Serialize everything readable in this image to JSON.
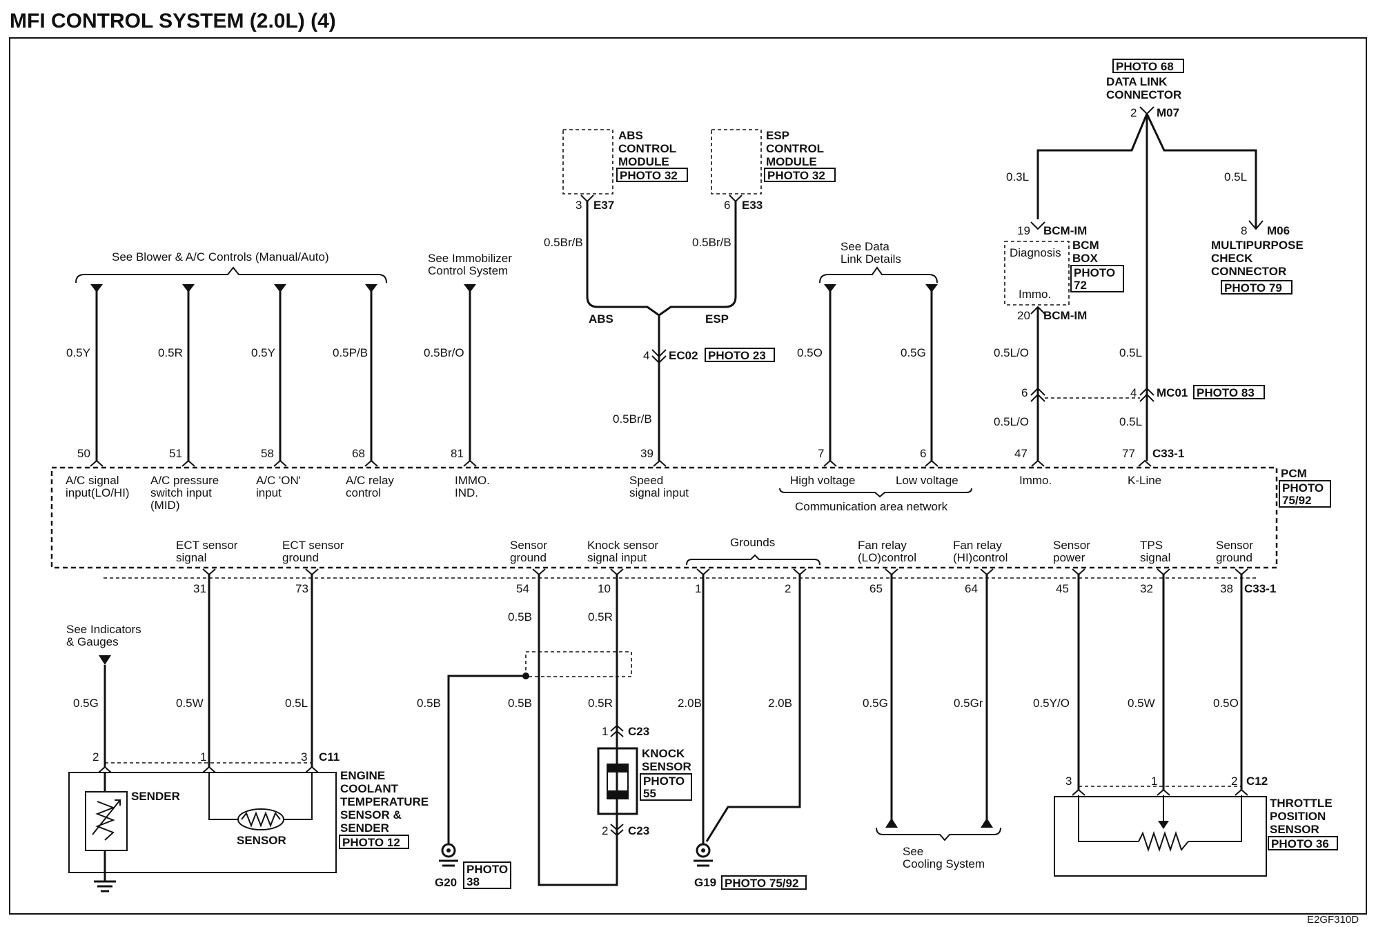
{
  "title": "MFI CONTROL SYSTEM (2.0L) (4)",
  "footer_code": "E2GF310D",
  "photo_tags": {
    "dlc": "PHOTO 68",
    "abs": "PHOTO 32",
    "esp": "PHOTO 32",
    "ec02": "PHOTO 23",
    "bcm": "PHOTO",
    "bcm_num": "72",
    "mpc": "PHOTO 79",
    "mc01": "PHOTO 83",
    "pcm": "PHOTO",
    "pcm_num": "75/92",
    "ect": "PHOTO 12",
    "knock": "PHOTO",
    "knock_num": "55",
    "g20": "PHOTO",
    "g20_num": "38",
    "g19": "PHOTO 75/92",
    "tps": "PHOTO 36"
  },
  "components": {
    "dlc_1": "DATA LINK",
    "dlc_2": "CONNECTOR",
    "dlc_pin": "2",
    "dlc_conn": "M07",
    "abs_1": "ABS",
    "abs_2": "CONTROL",
    "abs_3": "MODULE",
    "abs_pin": "3",
    "abs_conn": "E37",
    "esp_1": "ESP",
    "esp_2": "CONTROL",
    "esp_3": "MODULE",
    "esp_pin": "6",
    "esp_conn": "E33",
    "bcm_1": "BCM",
    "bcm_2": "BOX",
    "bcm_diag": "Diagnosis",
    "bcm_immo": "Immo.",
    "bcm_pin_top": "19",
    "bcm_conn_top": "BCM-IM",
    "bcm_pin_bot": "20",
    "bcm_conn_bot": "BCM-IM",
    "mpc_1": "MULTIPURPOSE",
    "mpc_2": "CHECK",
    "mpc_3": "CONNECTOR",
    "mpc_pin": "8",
    "mpc_conn": "M06",
    "pcm": "PCM",
    "ect_1": "ENGINE",
    "ect_2": "COOLANT",
    "ect_3": "TEMPERATURE",
    "ect_4": "SENSOR &",
    "ect_5": "SENDER",
    "ect_sender": "SENDER",
    "ect_sensor": "SENSOR",
    "ect_conn": "C11",
    "knock_1": "KNOCK",
    "knock_2": "SENSOR",
    "knock_pin1": "1",
    "knock_conn1": "C23",
    "knock_pin2": "2",
    "knock_conn2": "C23",
    "tps_1": "THROTTLE",
    "tps_2": "POSITION",
    "tps_3": "SENSOR",
    "tps_conn": "C12",
    "g20": "G20",
    "g19": "G19",
    "ec02_pin": "4",
    "ec02_conn": "EC02",
    "mc01_pin": "4",
    "mc01_conn": "MC01",
    "mc01_pin_l": "6",
    "c33_top": "C33-1",
    "c33_bot": "C33-1"
  },
  "notes": {
    "blower": "See Blower & A/C Controls (Manual/Auto)",
    "immo_1": "See Immobilizer",
    "immo_2": "Control System",
    "dlink_1": "See Data",
    "dlink_2": "Link Details",
    "abs": "ABS",
    "esp": "ESP",
    "indicators_1": "See Indicators",
    "indicators_2": "& Gauges",
    "cooling_1": "See",
    "cooling_2": "Cooling System"
  },
  "wires": {
    "dlc_l": "0.3L",
    "dlc_r": "0.5L",
    "abs": "0.5Br/B",
    "esp": "0.5Br/B",
    "w50": "0.5Y",
    "w51": "0.5R",
    "w58": "0.5Y",
    "w68": "0.5P/B",
    "w81": "0.5Br/O",
    "w39": "0.5Br/B",
    "w7": "0.5O",
    "w6": "0.5G",
    "w47a": "0.5L/O",
    "w47b": "0.5L/O",
    "w77a": "0.5L",
    "w77b": "0.5L",
    "ectg": "0.5G",
    "w31": "0.5W",
    "w73": "0.5L",
    "w54": "0.5B",
    "g20": "0.5B",
    "w54b": "0.5B",
    "w10": "0.5R",
    "w10b": "0.5R",
    "g1": "2.0B",
    "g2": "2.0B",
    "w65": "0.5G",
    "w64": "0.5Gr",
    "w45": "0.5Y/O",
    "w32": "0.5W",
    "w38": "0.5O"
  },
  "pins_top": {
    "p50": "50",
    "p51": "51",
    "p58": "58",
    "p68": "68",
    "p81": "81",
    "p39": "39",
    "p7": "7",
    "p6": "6",
    "p47": "47",
    "p77": "77"
  },
  "pins_bottom": {
    "p31": "31",
    "p73": "73",
    "p54": "54",
    "p10": "10",
    "p1": "1",
    "p2": "2",
    "p65": "65",
    "p64": "64",
    "p45": "45",
    "p32": "32",
    "p38": "38"
  },
  "ect_pins": {
    "a": "2",
    "b": "1",
    "c": "3"
  },
  "tps_pins": {
    "a": "3",
    "b": "1",
    "c": "2"
  },
  "pcm_top": {
    "a_1": "A/C signal",
    "a_2": "input(LO/HI)",
    "b_1": "A/C pressure",
    "b_2": "switch input",
    "b_3": "(MID)",
    "c_1": "A/C 'ON'",
    "c_2": "input",
    "d_1": "A/C relay",
    "d_2": "control",
    "e_1": "IMMO.",
    "e_2": "IND.",
    "f_1": "Speed",
    "f_2": "signal input",
    "g": "High voltage",
    "h": "Low voltage",
    "can": "Communication area network",
    "i": "Immo.",
    "j": "K-Line"
  },
  "pcm_bottom": {
    "a_1": "ECT sensor",
    "a_2": "signal",
    "b_1": "ECT sensor",
    "b_2": "ground",
    "c_1": "Sensor",
    "c_2": "ground",
    "d_1": "Knock sensor",
    "d_2": "signal input",
    "grounds": "Grounds",
    "e_1": "Fan relay",
    "e_2": "(LO)control",
    "f_1": "Fan relay",
    "f_2": "(HI)control",
    "g_1": "Sensor",
    "g_2": "power",
    "h_1": "TPS",
    "h_2": "signal",
    "i_1": "Sensor",
    "i_2": "ground"
  }
}
